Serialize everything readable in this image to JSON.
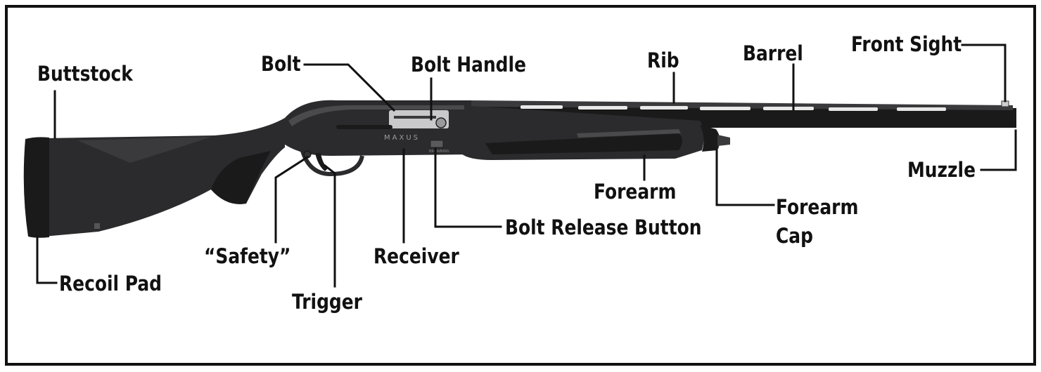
{
  "diagram": {
    "title": "",
    "labels": {
      "buttstock": "Buttstock",
      "bolt": "Bolt",
      "bolt_handle": "Bolt Handle",
      "rib": "Rib",
      "barrel": "Barrel",
      "front_sight": "Front Sight",
      "muzzle": "Muzzle",
      "forearm": "Forearm",
      "forearm_cap_line1": "Forearm",
      "forearm_cap_line2": "Cap",
      "bolt_release_button": "Bolt Release Button",
      "receiver": "Receiver",
      "safety": "“Safety”",
      "trigger": "Trigger",
      "recoil_pad": "Recoil Pad"
    },
    "engraving": {
      "model": "MAXUS",
      "small_mark": "BROWNING"
    },
    "colors": {
      "line": "#111111",
      "firearm": "#2b2b2d",
      "metal": "#c9c9cb",
      "border": "#111111"
    }
  }
}
